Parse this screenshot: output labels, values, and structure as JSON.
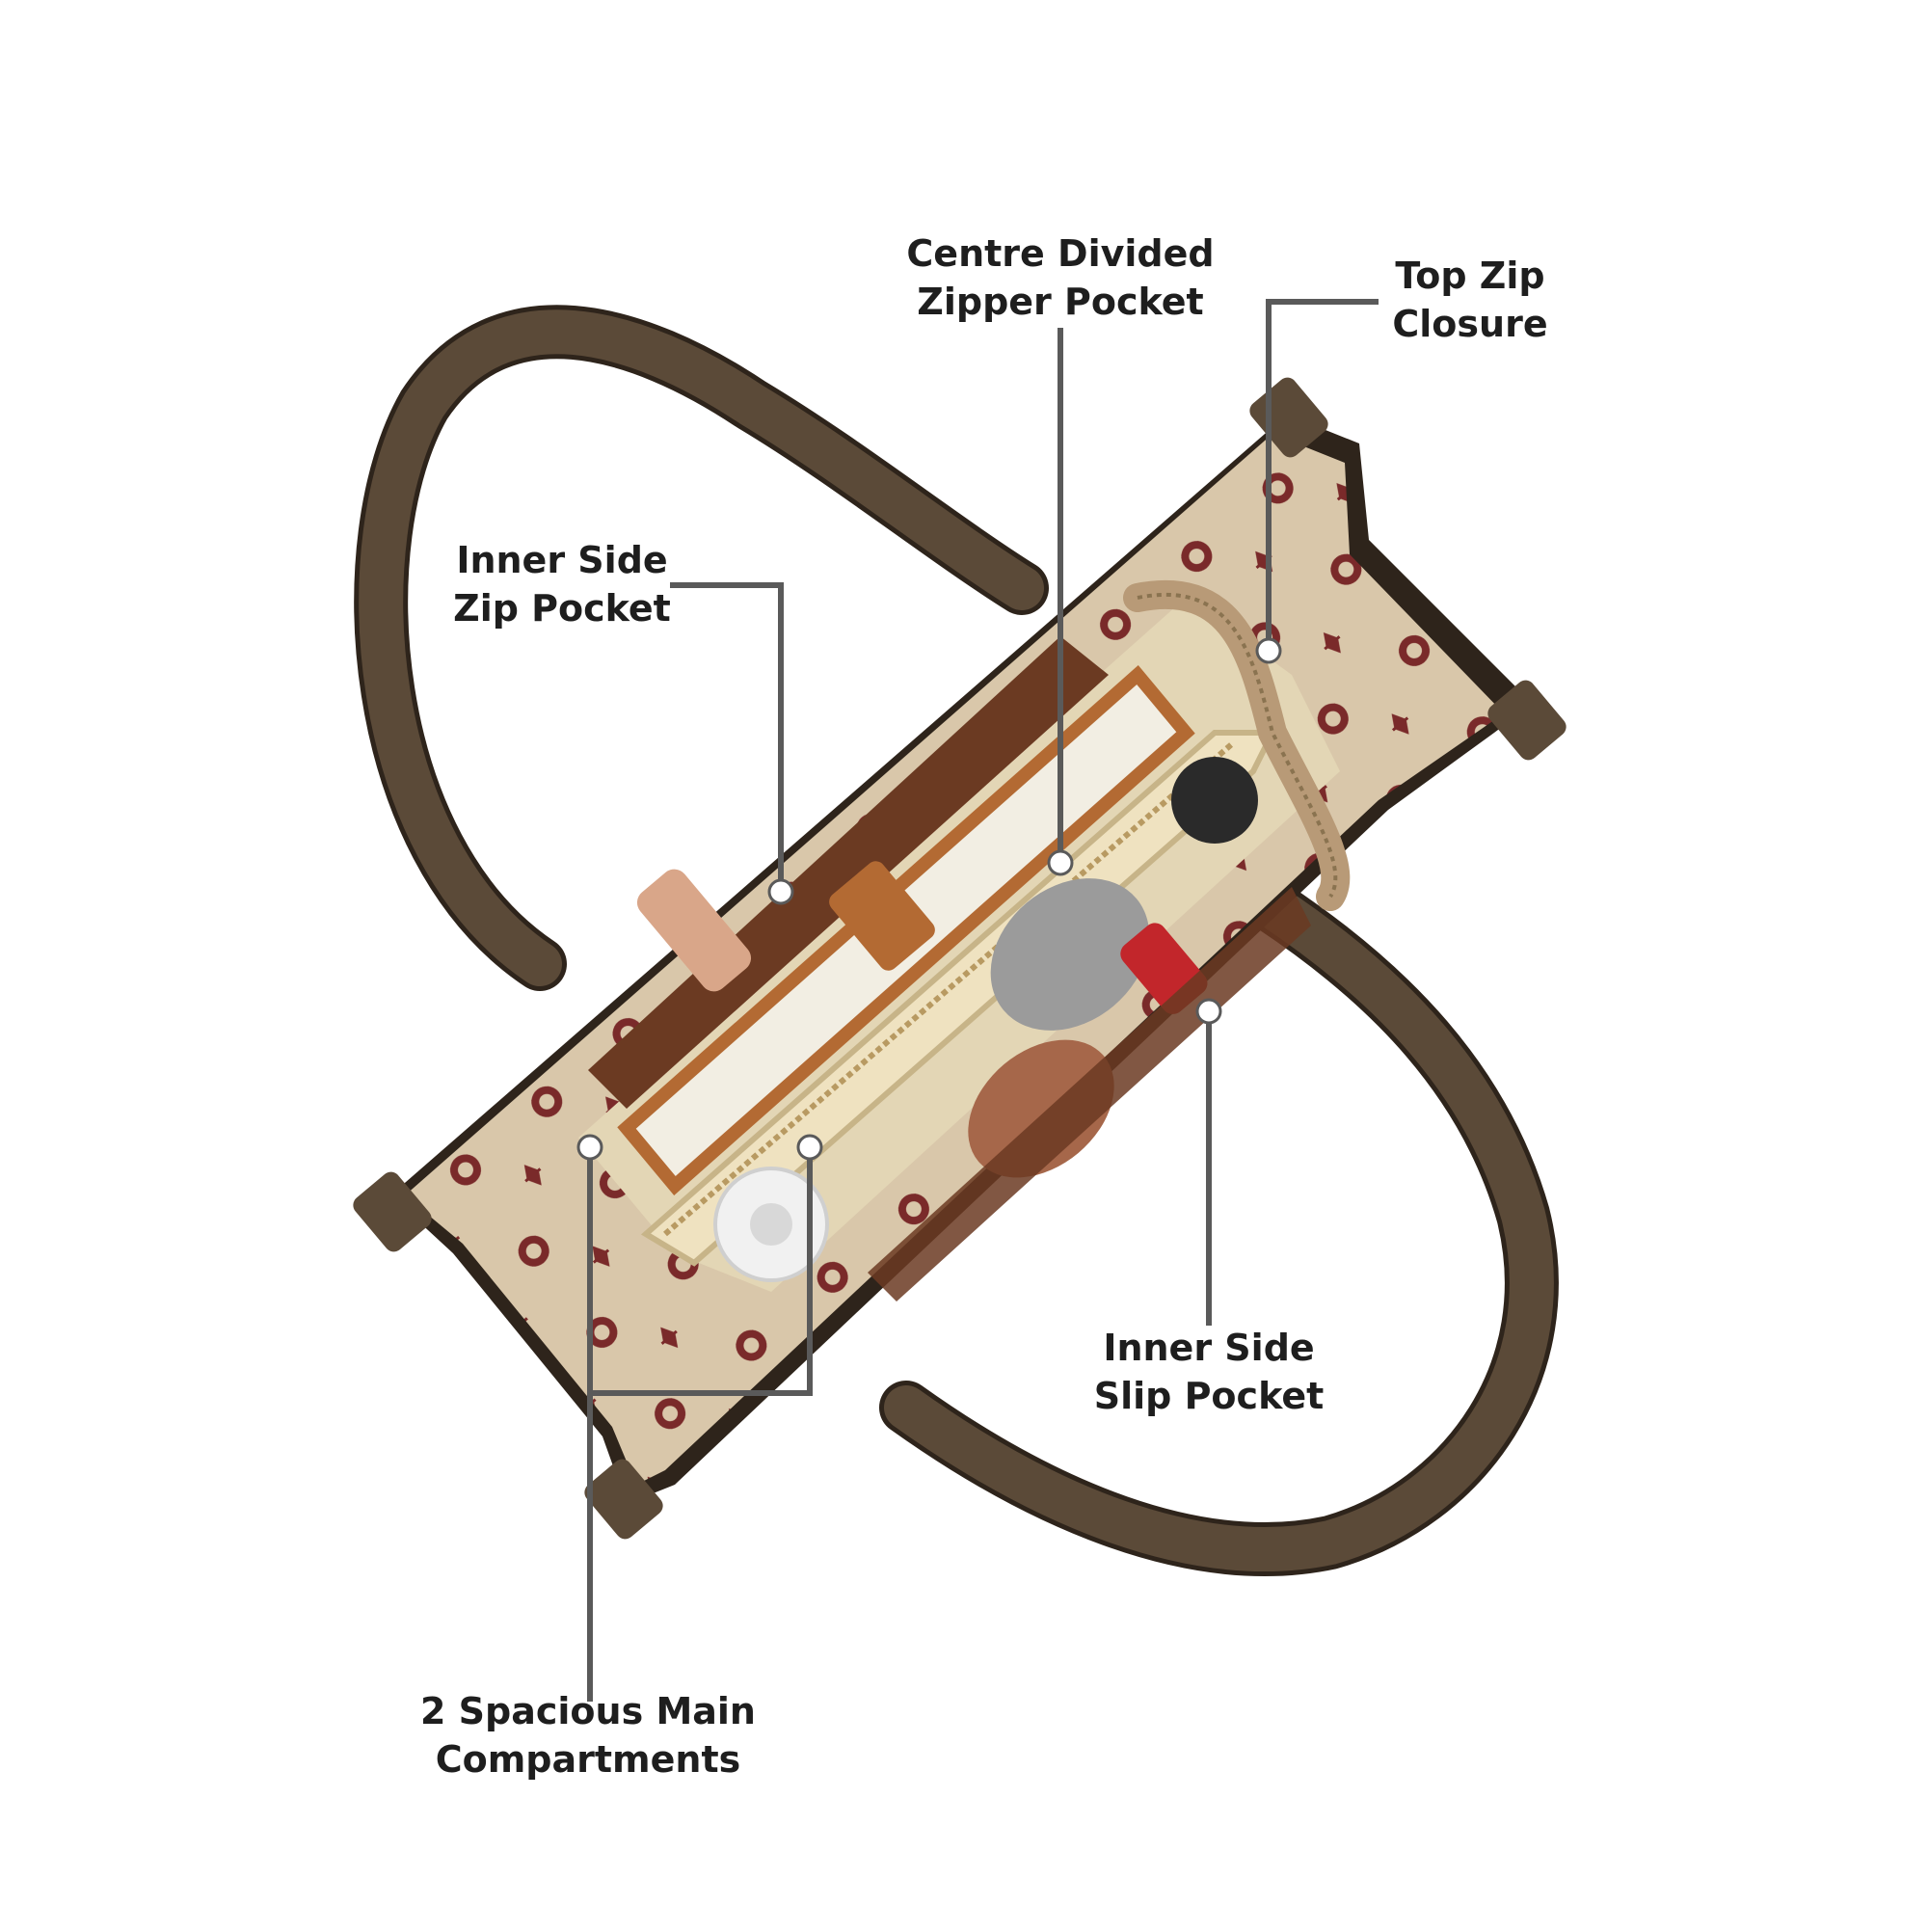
{
  "colors": {
    "strap": "#5b4a38",
    "strap_edge": "#2e241b",
    "lining": "#d8c5a8",
    "lining_dark": "#b9a482",
    "monogram": "#7a2a2a",
    "interior": "#e3d6b5",
    "leader_line": "#5a5a5a",
    "label_text": "#1e1e1e"
  },
  "callouts": [
    {
      "id": "centre-divided",
      "lines": [
        "Centre Divided",
        "Zipper Pocket"
      ]
    },
    {
      "id": "top-zip",
      "lines": [
        "Top Zip",
        "Closure"
      ]
    },
    {
      "id": "inner-zip",
      "lines": [
        "Inner Side",
        "Zip Pocket"
      ]
    },
    {
      "id": "inner-slip",
      "lines": [
        "Inner Side",
        "Slip Pocket"
      ]
    },
    {
      "id": "main-comp",
      "lines": [
        "2 Spacious Main",
        "Compartments"
      ]
    }
  ]
}
